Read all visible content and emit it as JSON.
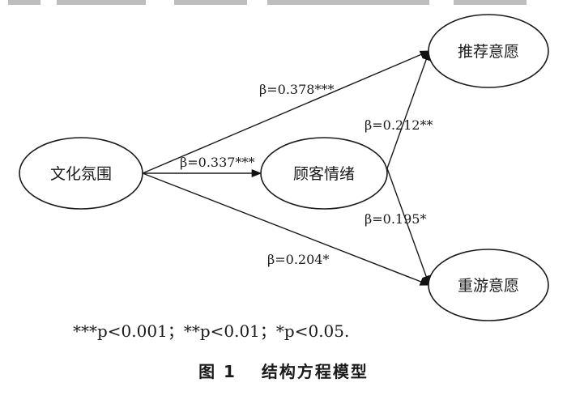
{
  "nodes": {
    "culture": "文化氛围",
    "emotion": "顾客情绪",
    "recommend": "推荐意愿",
    "revisit": "重游意愿"
  },
  "edges": {
    "culture_recommend": "β=0.378***",
    "culture_emotion": "β=0.337***",
    "emotion_recommend": "β=0.212**",
    "emotion_revisit": "β=0.195*",
    "culture_revisit": "β=0.204*"
  },
  "footnote": "***p<0.001；**p<0.01；*p<0.05.",
  "caption": "图 1　 结构方程模型"
}
